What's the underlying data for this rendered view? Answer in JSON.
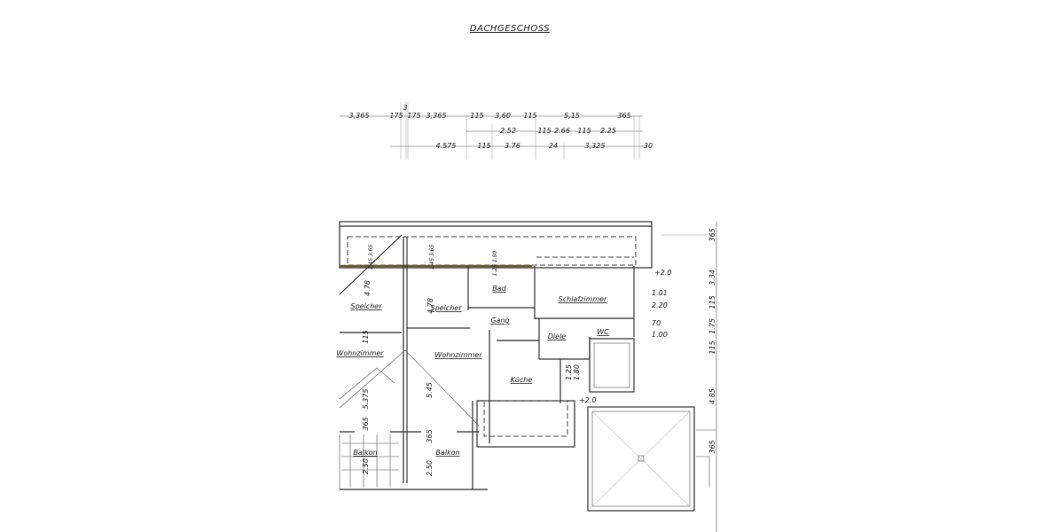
{
  "title": "DACHGESCHOSS",
  "dimensions_top": {
    "row1": [
      "3,365",
      "175",
      "3",
      "175",
      "3,365",
      "115",
      "3,60",
      "115",
      "5,15",
      "365"
    ],
    "row2": [
      "2.52",
      "115",
      "2.66",
      "115",
      "2.25"
    ],
    "row3": [
      "4.575",
      "115",
      "3.76",
      "24",
      "3,325",
      "30"
    ]
  },
  "dimensions_right": [
    "365",
    "3.34",
    "115",
    "1.75",
    "115",
    "4.85",
    "365"
  ],
  "dimensions_inner": [
    "4.78",
    "4.78",
    "115",
    "5.375",
    "365",
    "2.50",
    "5.45",
    "365",
    "2.50",
    "1.25",
    "1.80",
    "1.45 3.65",
    "1.45 3.65",
    "1.25 1.80"
  ],
  "annotations": {
    "level_top": "+2.0",
    "level_bottom": "+2.0",
    "window1_a": "1.01",
    "window1_b": "2.20",
    "window2_a": "70",
    "window2_b": "1.00"
  },
  "rooms": [
    "Speicher",
    "Speicher",
    "Bad",
    "Gang",
    "Schlafzimmer",
    "Diele",
    "WC",
    "Wohnzimmer",
    "Wohnzimmer",
    "Küche",
    "Balkon",
    "Balkon"
  ]
}
